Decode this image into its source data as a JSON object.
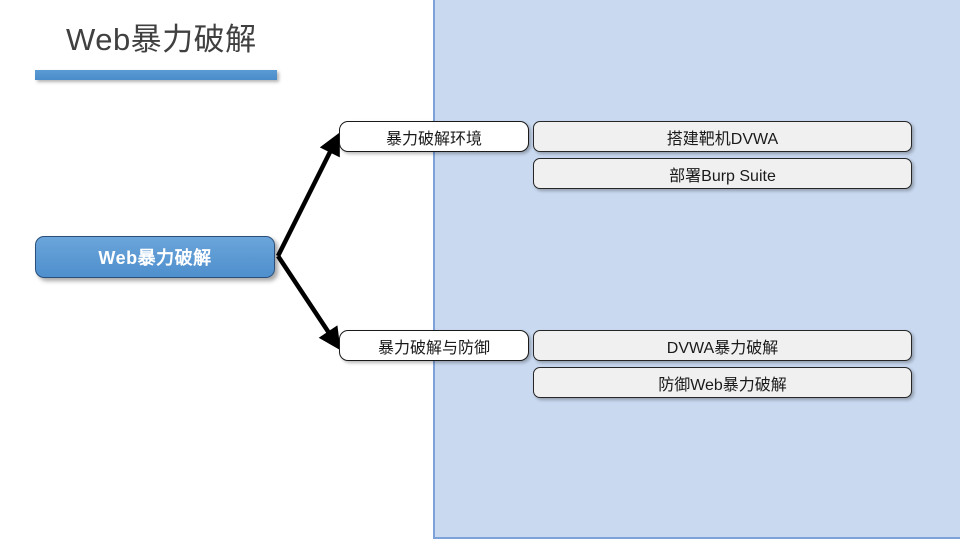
{
  "slide": {
    "title": "Web暴力破解",
    "accent_color": "#5b9bd5",
    "panel_color": "#c9d9f0",
    "panel_border_color": "#7da2d9",
    "title_color": "#404040",
    "connector_color": "#000000"
  },
  "diagram": {
    "root": {
      "label": "Web暴力破解",
      "fill": "#5b9bd5",
      "text_color": "#ffffff"
    },
    "branches": [
      {
        "label": "暴力破解环境",
        "fill": "#ffffff",
        "children": [
          {
            "label": "搭建靶机DVWA",
            "fill": "#f0f0f0"
          },
          {
            "label": "部署Burp Suite",
            "fill": "#f0f0f0"
          }
        ]
      },
      {
        "label": "暴力破解与防御",
        "fill": "#ffffff",
        "children": [
          {
            "label": "DVWA暴力破解",
            "fill": "#f0f0f0"
          },
          {
            "label": "防御Web暴力破解",
            "fill": "#f0f0f0"
          }
        ]
      }
    ]
  }
}
